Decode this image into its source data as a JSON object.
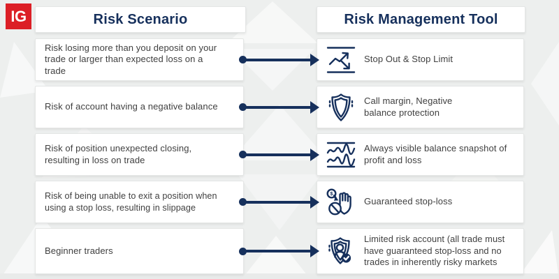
{
  "brand": {
    "logo_text": "IG"
  },
  "colors": {
    "accent_navy": "#16305c",
    "brand_red": "#dc1f26",
    "background": "#edefee",
    "card": "#ffffff",
    "body_text": "#3f3f3f"
  },
  "headers": {
    "left": "Risk Scenario",
    "right": "Risk Management Tool"
  },
  "rows": [
    {
      "scenario": "Risk losing more than you deposit on your trade or larger than expected loss on a trade",
      "tool": "Stop Out & Stop Limit",
      "icon": "trend-arrows-icon"
    },
    {
      "scenario": "Risk of account having a negative balance",
      "tool": "Call margin, Negative balance protection",
      "icon": "shield-icon"
    },
    {
      "scenario": "Risk of position unexpected closing, resulting in loss on trade",
      "tool": "Always visible balance snapshot of profit and loss",
      "icon": "profit-loss-waves-icon"
    },
    {
      "scenario": "Risk of being unable to exit a position when using a stop loss, resulting in slippage",
      "tool": "Guaranteed stop-loss",
      "icon": "stop-hand-icon"
    },
    {
      "scenario": "Beginner traders",
      "tool": "Limited risk account (all trade must have guaranteed stop-loss and no trades in inherently risky markets",
      "icon": "limited-risk-shield-icon"
    }
  ]
}
